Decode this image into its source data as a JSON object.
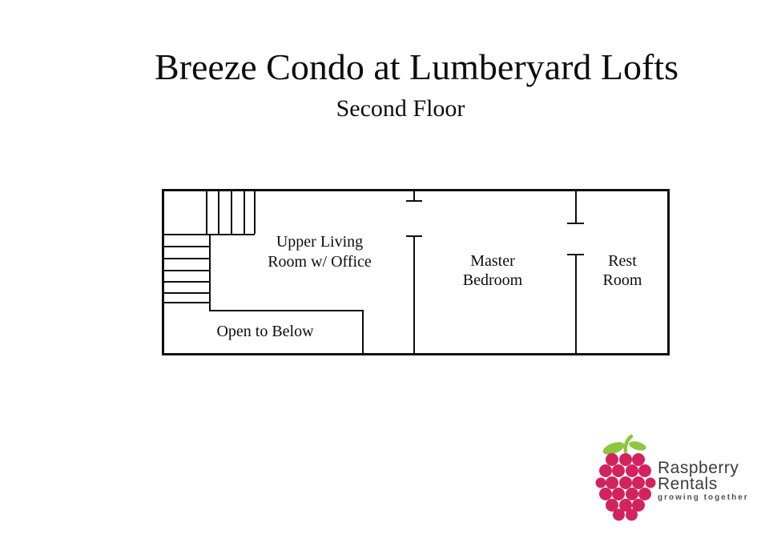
{
  "header": {
    "title": "Breeze Condo at Lumberyard Lofts",
    "subtitle": "Second Floor"
  },
  "floorplan": {
    "wall_color": "#0d0d0d",
    "features": [
      "staircase",
      "door-opening-master-bedroom",
      "door-opening-rest-room"
    ],
    "rooms": [
      {
        "name": "Upper Living Room w/ Office",
        "lines": [
          "Upper Living",
          "Room w/ Office"
        ]
      },
      {
        "name": "Master Bedroom",
        "lines": [
          "Master",
          "Bedroom"
        ]
      },
      {
        "name": "Rest Room",
        "lines": [
          "Rest",
          "Room"
        ]
      },
      {
        "name": "Open to Below",
        "lines": [
          "Open to Below"
        ]
      }
    ]
  },
  "logo": {
    "icon": "raspberry-icon",
    "name_line1": "Raspberry",
    "name_line2": "Rentals",
    "tagline": "growing together",
    "berry_color": "#d2235e",
    "leaf_color": "#8dc63f",
    "text_color": "#3b3b3b"
  }
}
